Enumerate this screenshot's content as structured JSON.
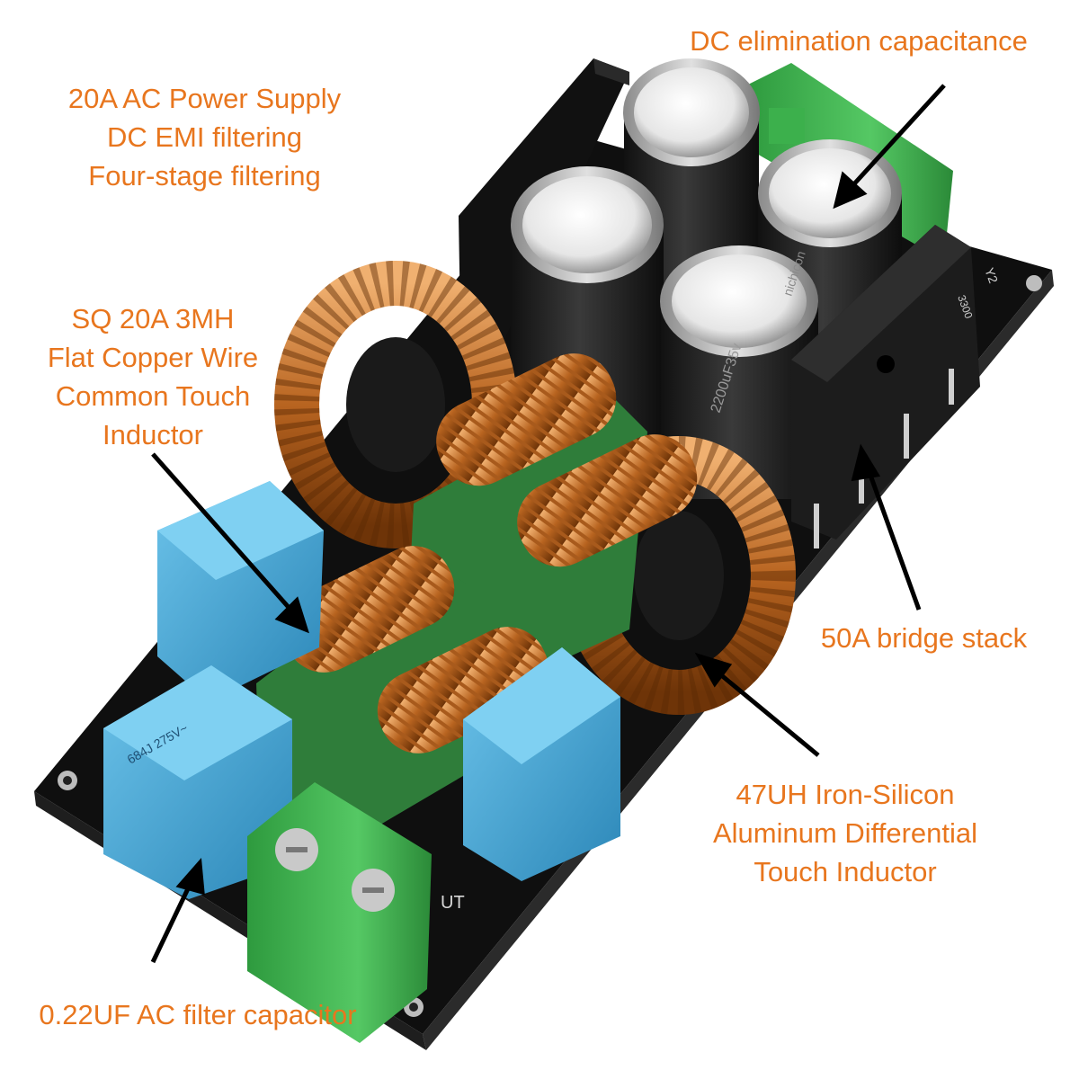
{
  "colors": {
    "label": "#e8761e",
    "pcb": "#141414",
    "copper": "#c9772b",
    "capacitor_blue": "#3aa0cf",
    "terminal_green": "#3fb14d",
    "electrolytic": "#2a2a2a"
  },
  "callouts": {
    "spec": [
      "20A AC Power Supply",
      "DC EMI filtering",
      "Four-stage filtering"
    ],
    "dc_cap": "DC elimination capacitance",
    "sq_inductor": [
      "SQ 20A 3MH",
      "Flat Copper Wire",
      "Common Touch",
      "Inductor"
    ],
    "bridge": "50A bridge stack",
    "diff_inductor": [
      "47UH Iron-Silicon",
      "Aluminum Differential",
      "Touch Inductor"
    ],
    "ac_cap": "0.22UF AC filter capacitor"
  },
  "board_markings": {
    "cap_rating": "2200uF35v",
    "cap_brand": "nichicon",
    "y2": "Y2",
    "y2_value": "3300",
    "out": "UT",
    "x2_cap_code": "684J 275V~"
  }
}
